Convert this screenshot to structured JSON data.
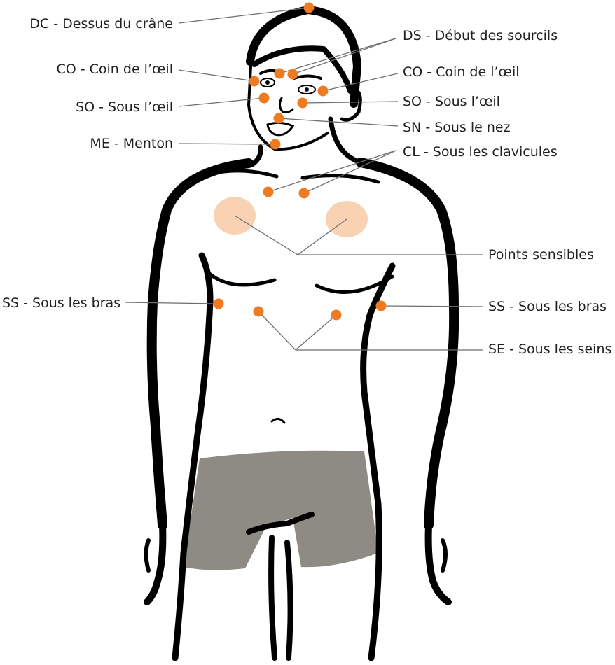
{
  "colors": {
    "point": "#ee7b22",
    "sensitive": "#f8d2b2",
    "shorts": "#8e8b84",
    "outline": "#000000",
    "leader": "#6d6e71",
    "text": "#231f20"
  },
  "labels": {
    "dc": "DC - Dessus du crâne",
    "co_left": "CO - Coin de l’œil",
    "so_left": "SO - Sous l’œil",
    "me": "ME - Menton",
    "ss_left": "SS - Sous les bras",
    "ds": "DS - Début des sourcils",
    "co_right": "CO - Coin de l’œil",
    "so_right": "SO - Sous l’œil",
    "sn": "SN - Sous le nez",
    "cl": "CL - Sous les clavicules",
    "points_sensibles": "Points sensibles",
    "ss_right": "SS - Sous les bras",
    "se": "SE - Sous les seins"
  }
}
